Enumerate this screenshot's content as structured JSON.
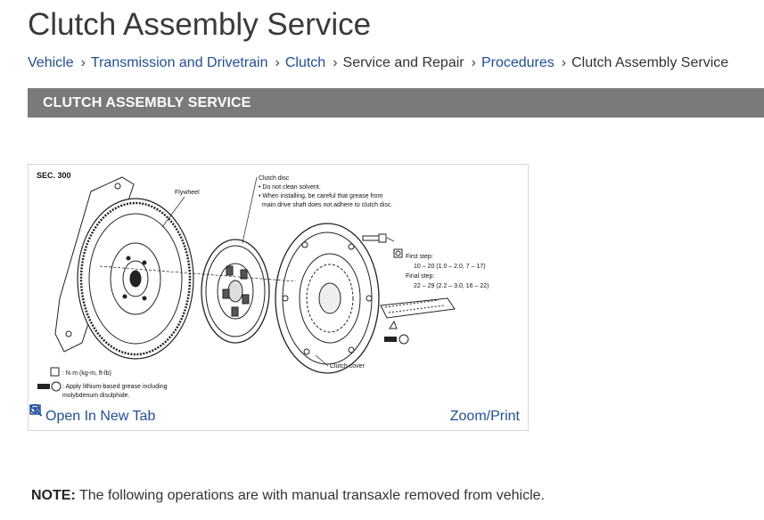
{
  "page": {
    "title": "Clutch Assembly Service"
  },
  "breadcrumb": [
    {
      "label": "Vehicle",
      "link": true
    },
    {
      "label": "Transmission and Drivetrain",
      "link": true
    },
    {
      "label": "Clutch",
      "link": true
    },
    {
      "label": "Service and Repair",
      "link": false
    },
    {
      "label": "Procedures",
      "link": true
    },
    {
      "label": "Clutch Assembly Service",
      "link": false
    }
  ],
  "section": {
    "heading": "CLUTCH ASSEMBLY SERVICE"
  },
  "figure": {
    "sec_label": "SEC. 300",
    "flywheel_label": "Flywheel",
    "clutch_disc_label": "Clutch disc",
    "disc_note_1": "• Do not clean solvent.",
    "disc_note_2": "• When installing, be careful that grease from",
    "disc_note_3": "main drive shaft does not adhere to clutch disc.",
    "first_step_label": "First step:",
    "first_step_value": "10 – 20 (1.0 – 2.0, 7 – 17)",
    "final_step_label": "Final step:",
    "final_step_value": "22 – 29 (2.2 – 3.0, 16 – 22)",
    "clutch_cover_label": "Clutch cover",
    "legend_torque": ": N·m (kg-m, ft-lb)",
    "legend_grease_1": ": Apply lithium-based grease including",
    "legend_grease_2": "molybdenum disulphide.",
    "open_new_tab": "Open In New Tab",
    "zoom_print": "Zoom/Print"
  },
  "note": {
    "label": "NOTE:",
    "text": " The following operations are with manual transaxle removed from vehicle."
  },
  "colors": {
    "link": "#1f4e9c",
    "section_bar": "#7a7a7a"
  }
}
